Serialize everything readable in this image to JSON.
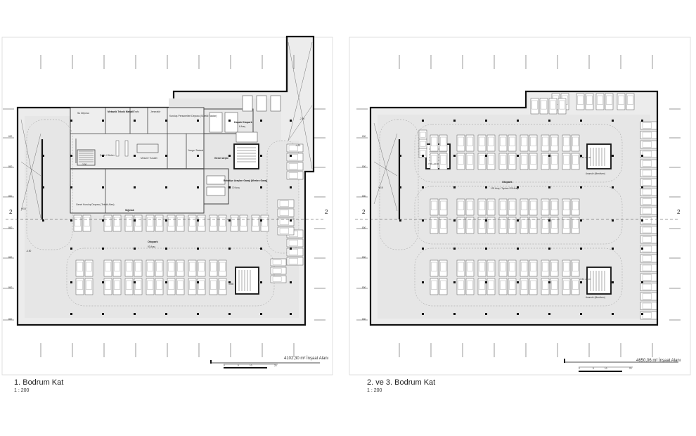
{
  "plans": [
    {
      "title": "1. Bodrum Kat",
      "scale": "1 : 200",
      "area_note": "4102,30 m² İnşaat Alanı",
      "section_mark": "2",
      "dims": [
        "600",
        "800",
        "800",
        "800",
        "800",
        "800",
        "800"
      ],
      "scale_ticks": [
        "0",
        "5",
        "10",
        "20"
      ],
      "labels": {
        "sig_deposu": "Su Deposu",
        "mekanik": "Mekanik Teknik Mahalli",
        "trafo": "Trafo",
        "jenerator": "Jeneratör",
        "genel_depo": "Kuruluş Personelleri Deposu (Sürekli Takılar)",
        "yangin": "Yangın Tesisat",
        "kapali_otopark": "Kapalı Otopark",
        "kapali_otopark_sub": "6 Araç",
        "sofor": "Şoför / Dinlen",
        "mescit": "Mescit / Tuvalet",
        "genel_arsiv": "Genel Arşiv",
        "belediye": "Belediye Araçları Garajı (Merkez Garaj)",
        "belediye_sub": "10 Araç",
        "genel_depo2": "Genel Kuruluş Deposu (Teknik Alan)",
        "sigorta": "Sığınak",
        "otopark": "Otopark",
        "otopark_sub": "93 Araç",
        "rampa": "%15",
        "kot1": "-3.50",
        "kot2": "-4.50",
        "kot3": "-3.50",
        "kot4": "-4.50",
        "kot5": "-2.50"
      }
    },
    {
      "title": "2. ve 3. Bodrum Kat",
      "scale": "1 : 200",
      "area_note": "4650,06 m² İnşaat Alanı",
      "section_mark": "2",
      "dims": [
        "600",
        "800",
        "800",
        "800",
        "800",
        "800",
        "800"
      ],
      "scale_ticks": [
        "0",
        "5",
        "10",
        "20"
      ],
      "labels": {
        "otopark": "Otopark",
        "otopark_sub": "132 Araç / Toplam 225 Araç",
        "asansor1": "Asansör (Merdiven)",
        "asansor2": "Asansör (Merdiven)",
        "rampa": "%15",
        "kot1": "-7.00 -10.50",
        "kot2": "-6.80 -10.30",
        "kot3": "-7.80 -11.30"
      }
    }
  ]
}
